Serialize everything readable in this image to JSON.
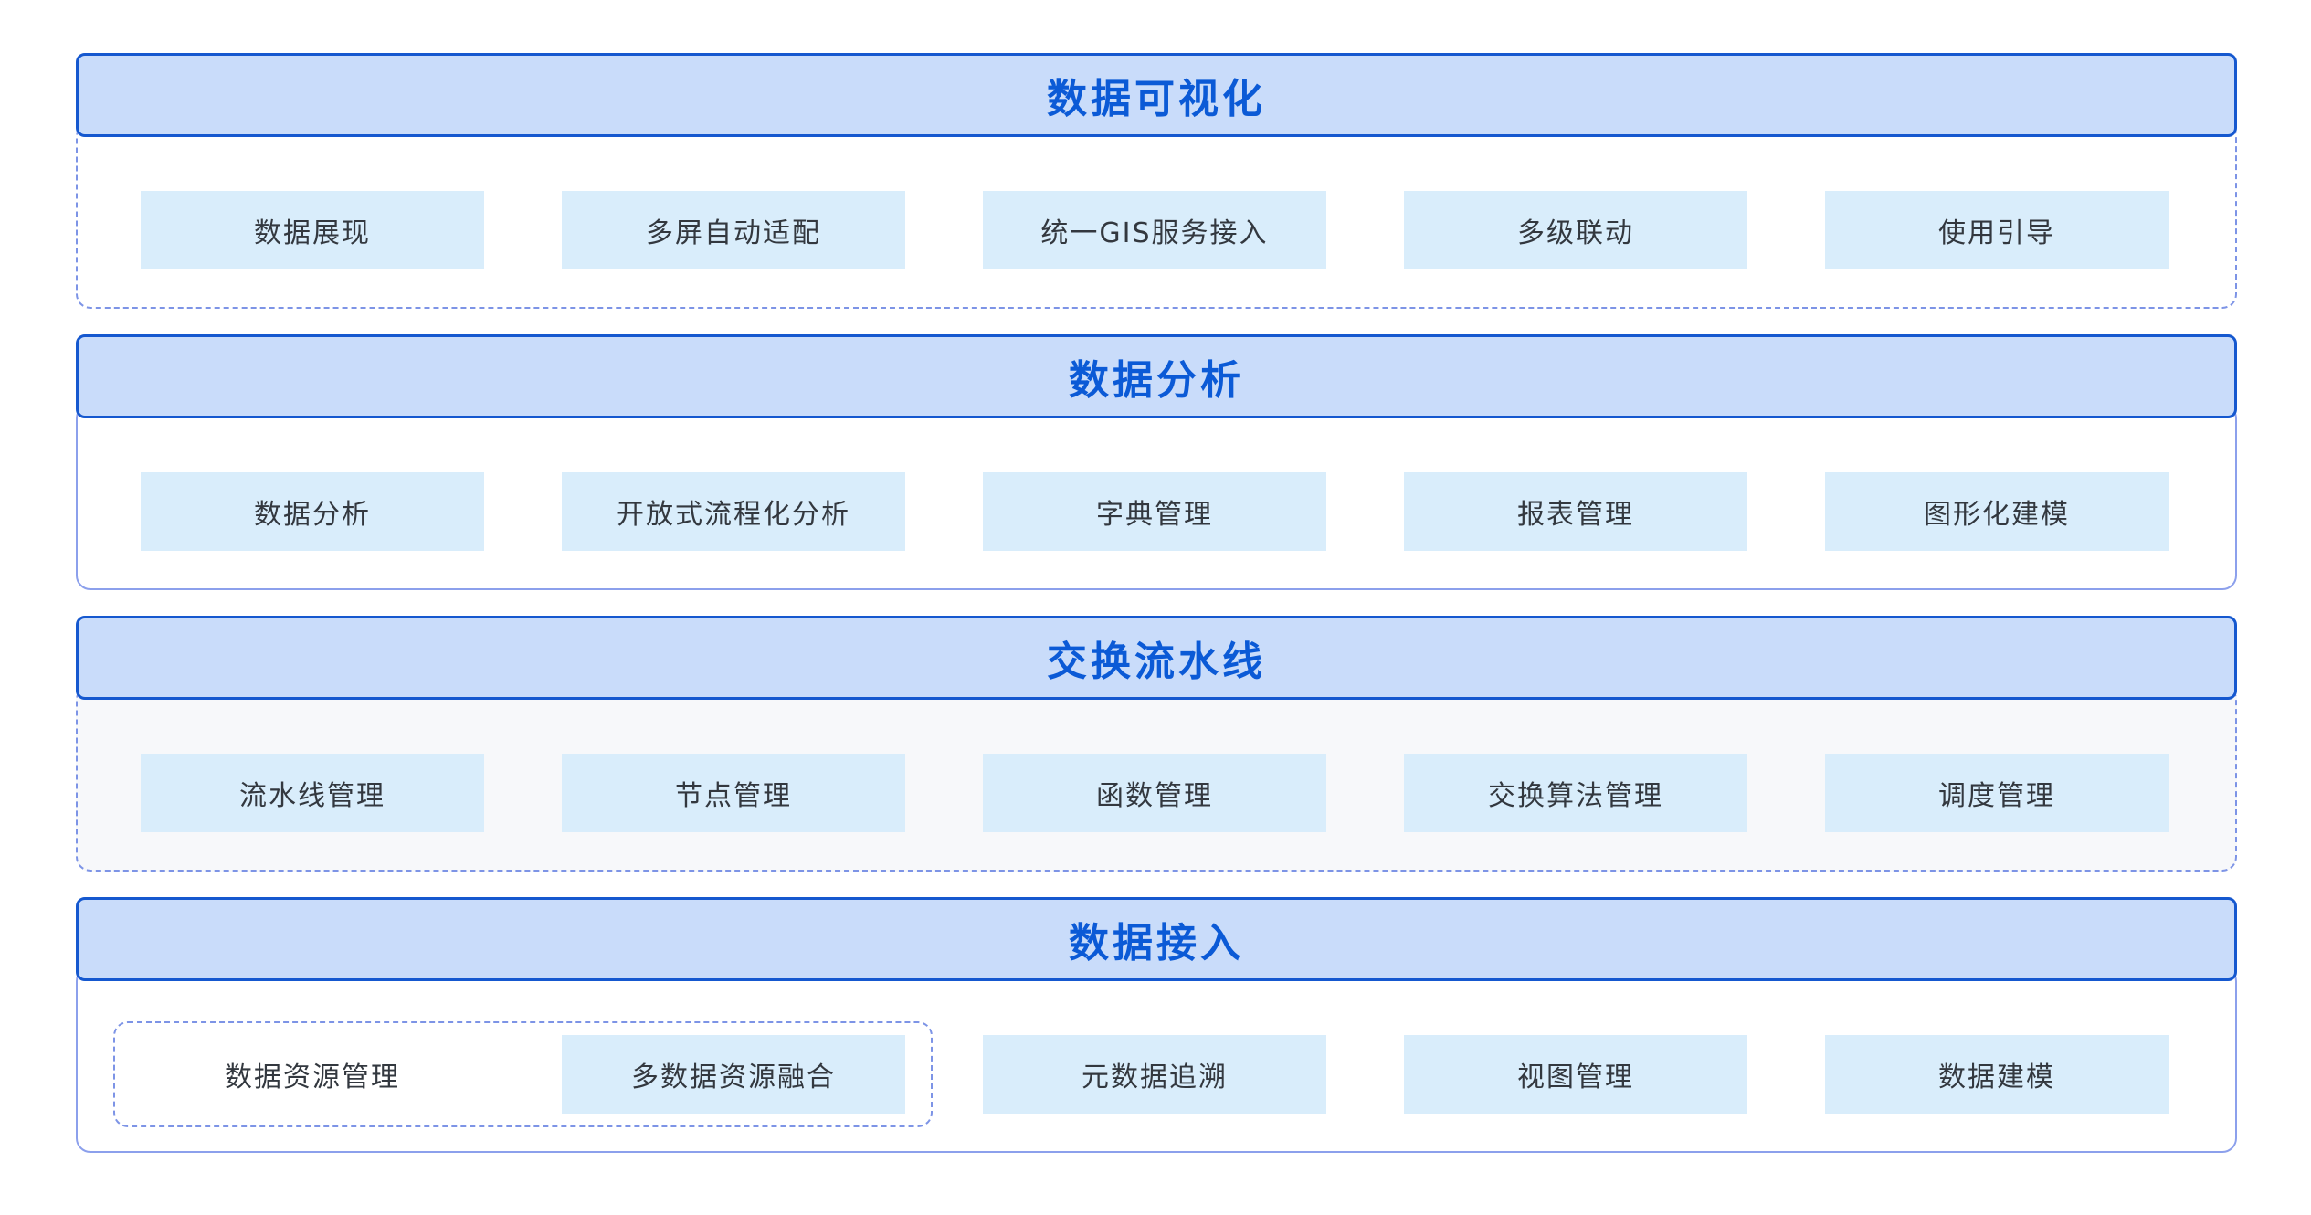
{
  "colors": {
    "header_fill": "#c9dcfa",
    "header_border": "#1558cf",
    "header_text": "#0b5ad6",
    "body_border_dashed": "#7d94e6",
    "body_border_solid": "#8ca0ec",
    "pipeline_body_bg": "#f7f8fa",
    "item_fill": "#d9edfb",
    "item_text": "#33383f"
  },
  "sections": [
    {
      "key": "data-visualization",
      "title": "数据可视化",
      "items": [
        "数据展现",
        "多屏自动适配",
        "统一GIS服务接入",
        "多级联动",
        "使用引导"
      ]
    },
    {
      "key": "data-analysis",
      "title": "数据分析",
      "items": [
        "数据分析",
        "开放式流程化分析",
        "字典管理",
        "报表管理",
        "图形化建模"
      ]
    },
    {
      "key": "exchange-pipeline",
      "title": "交换流水线",
      "items": [
        "流水线管理",
        "节点管理",
        "函数管理",
        "交换算法管理",
        "调度管理"
      ]
    },
    {
      "key": "data-access",
      "title": "数据接入",
      "items": [
        "数据资源管理",
        "多数据资源融合",
        "元数据追溯",
        "视图管理",
        "数据建模"
      ]
    }
  ]
}
